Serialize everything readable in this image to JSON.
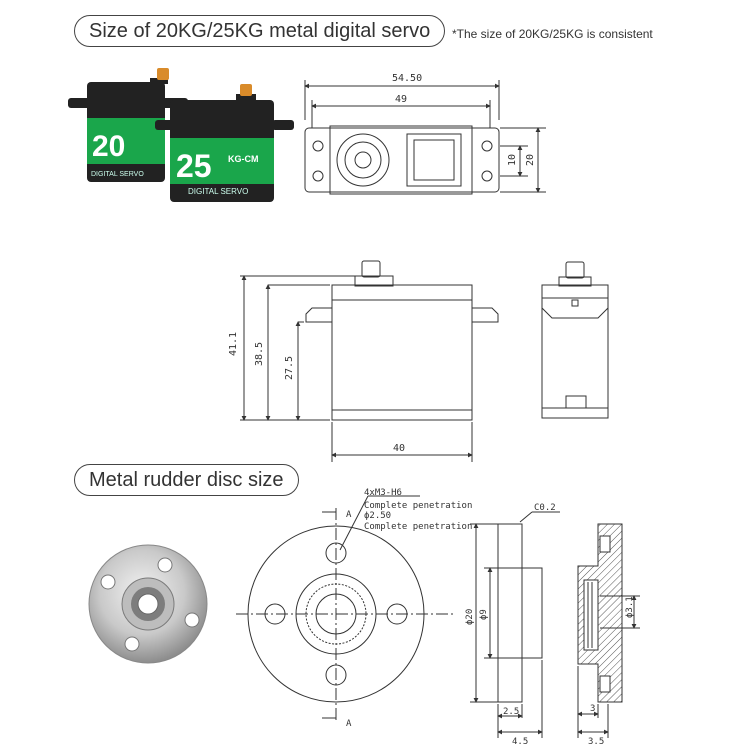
{
  "section1": {
    "title": "Size of 20KG/25KG metal digital servo",
    "note": "*The size of 20KG/25KG is consistent"
  },
  "section2": {
    "title": "Metal rudder disc size"
  },
  "servo_labels": {
    "big_20": "20",
    "big_25": "25",
    "kgcm": "KG-CM",
    "digital": "DIGITAL SERVO"
  },
  "dims": {
    "top_overall": "54.50",
    "top_inner": "49",
    "top_h1": "10",
    "top_h2": "20",
    "front_h1": "41.1",
    "front_h2": "38.5",
    "front_h3": "27.5",
    "front_w": "40",
    "m3": "4xM3-H6",
    "pen1": "Complete penetration",
    "phi": "ϕ2.50",
    "pen2": "Complete penetration",
    "sec_a_top": "A",
    "sec_a_bottom": "A",
    "side_d20": "ϕ20",
    "side_d9": "ϕ9",
    "side_c": "C0.2",
    "side_25": "2.5",
    "side_45": "4.5",
    "sect_d31": "ϕ3.1",
    "sect_3": "3",
    "sect_35": "3.5"
  },
  "colors": {
    "servo_green": "#1aa64b",
    "servo_body": "#222222",
    "horn_gold": "#d98b2a"
  }
}
